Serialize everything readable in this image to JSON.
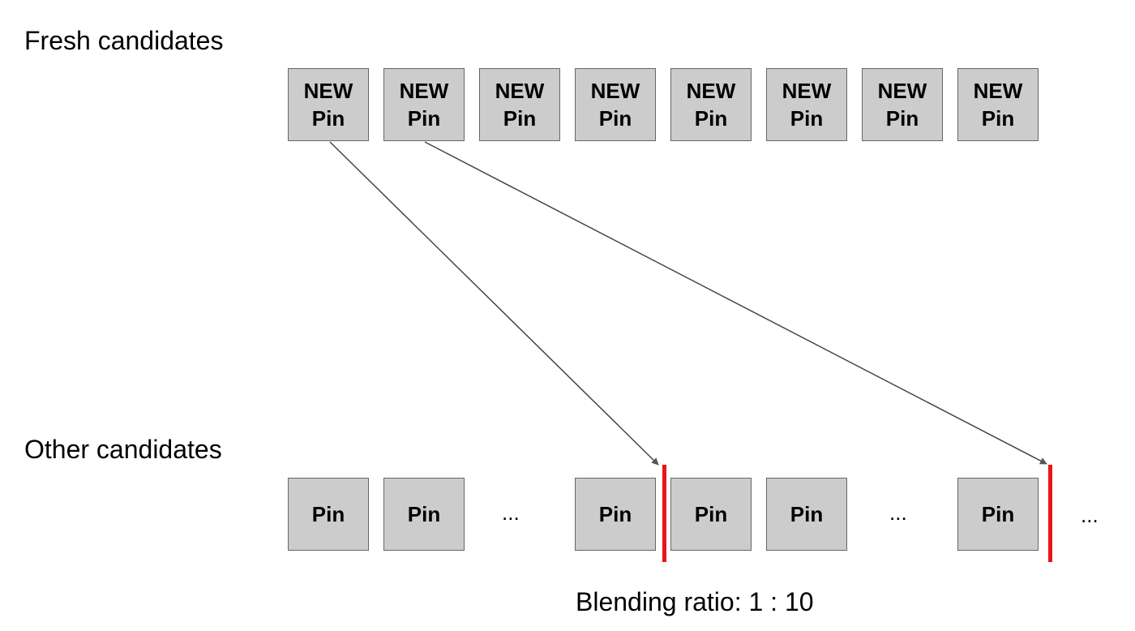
{
  "fresh": {
    "label": "Fresh candidates",
    "pins": [
      {
        "line1": "NEW",
        "line2": "Pin"
      },
      {
        "line1": "NEW",
        "line2": "Pin"
      },
      {
        "line1": "NEW",
        "line2": "Pin"
      },
      {
        "line1": "NEW",
        "line2": "Pin"
      },
      {
        "line1": "NEW",
        "line2": "Pin"
      },
      {
        "line1": "NEW",
        "line2": "Pin"
      },
      {
        "line1": "NEW",
        "line2": "Pin"
      },
      {
        "line1": "NEW",
        "line2": "Pin"
      }
    ]
  },
  "other": {
    "label": "Other candidates",
    "items": [
      {
        "type": "pin",
        "text": "Pin"
      },
      {
        "type": "pin",
        "text": "Pin"
      },
      {
        "type": "ellipsis",
        "text": "..."
      },
      {
        "type": "pin",
        "text": "Pin"
      },
      {
        "type": "divider"
      },
      {
        "type": "pin",
        "text": "Pin"
      },
      {
        "type": "pin",
        "text": "Pin"
      },
      {
        "type": "ellipsis",
        "text": "..."
      },
      {
        "type": "pin",
        "text": "Pin"
      },
      {
        "type": "divider"
      },
      {
        "type": "ellipsis",
        "text": "..."
      }
    ]
  },
  "ratio_label": "Blending ratio: 1 : 10",
  "colors": {
    "pin_fill": "#cccccc",
    "pin_border": "#666666",
    "divider": "#e8141c",
    "arrow": "#444444"
  }
}
